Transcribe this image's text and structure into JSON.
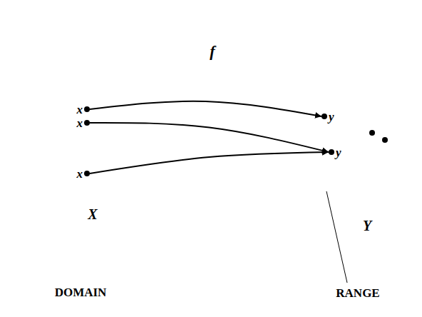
{
  "diagram": {
    "nodes": [
      {
        "text": [
          "X",
          "DOMAIN"
        ]
      },
      {
        "text": [
          "x"
        ],
        "in": 0
      },
      {
        "text": [
          "x"
        ],
        "in": 0
      },
      {
        "text": [
          "x"
        ],
        "in": 0
      },
      {
        "text": [
          "Y"
        ]
      },
      {
        "text": [
          "RANGE"
        ],
        "in": 4
      },
      {
        "text": [
          "y"
        ],
        "in": 5
      },
      {
        "text": [
          "y"
        ],
        "in": 5
      }
    ],
    "edges": [
      {
        "from": 1,
        "to": 6,
        "arrow": "to"
      },
      {
        "from": 2,
        "to": 7,
        "arrow": "to"
      },
      {
        "from": 3,
        "to": 7,
        "arrow": "to"
      }
    ],
    "labels": [
      "f"
    ]
  }
}
